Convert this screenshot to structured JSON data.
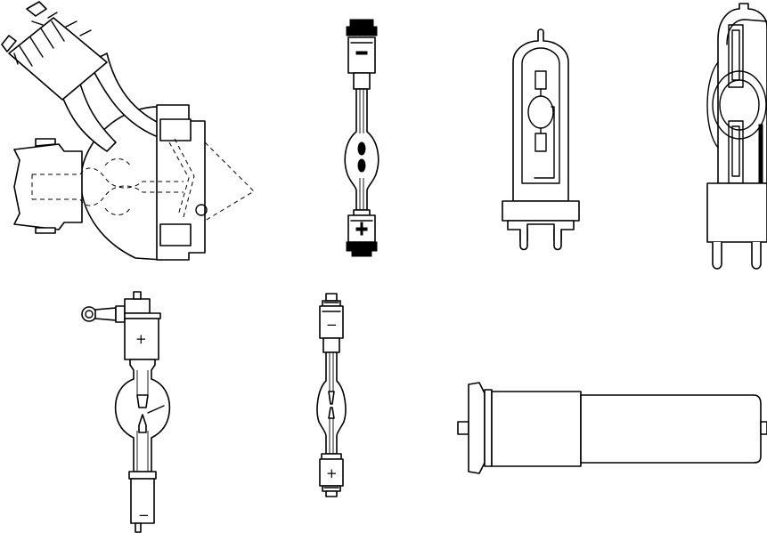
{
  "lamps": [
    {
      "id": "reflector-lamp",
      "marks": []
    },
    {
      "id": "double-ended-short-arc-large",
      "marks": [
        "−",
        "+"
      ]
    },
    {
      "id": "single-ended-g-base-small",
      "marks": []
    },
    {
      "id": "single-ended-g-base-large",
      "marks": []
    },
    {
      "id": "short-arc-with-lug",
      "marks": [
        "+",
        "−"
      ]
    },
    {
      "id": "double-ended-short-arc-slim",
      "marks": [
        "−",
        "+"
      ]
    },
    {
      "id": "cylindrical-flanged-lamp",
      "marks": []
    }
  ],
  "colors": {
    "line": "#000000",
    "background": "#ffffff"
  }
}
